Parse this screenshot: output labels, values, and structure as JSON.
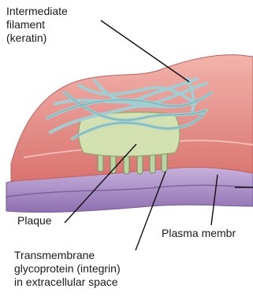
{
  "labels": {
    "intermediate_filament": [
      "Intermediate",
      "filament",
      "(keratin)"
    ],
    "plaque": "Plaque",
    "plasma_membrane": "Plasma membr",
    "transmembrane": [
      "Transmembrane",
      "glycoprotein (integrin)",
      "in extracellular space"
    ]
  },
  "colors": {
    "cell_surface": "#e58b86",
    "membrane": "#a98cc4",
    "plaque": "#cfdcaa",
    "filament": "#a9d3d6",
    "leader_line": "#111111"
  }
}
